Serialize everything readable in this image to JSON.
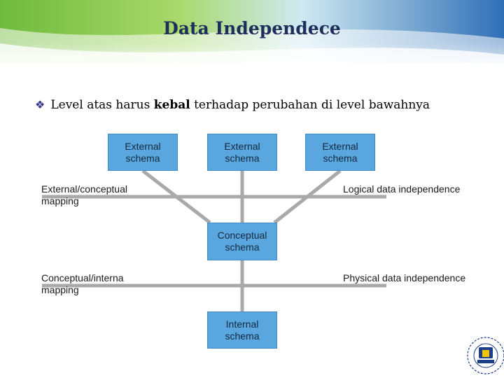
{
  "slide": {
    "title": "Data Independece",
    "bullet": {
      "before": "Level atas harus ",
      "bold": "kebal",
      "after": " terhadap perubahan di level bawahnya"
    }
  },
  "diagram": {
    "external_1": [
      "External",
      "schema"
    ],
    "external_2": [
      "External",
      "schema"
    ],
    "external_3": [
      "External",
      "schema"
    ],
    "conceptual": [
      "Conceptual",
      "schema"
    ],
    "internal": [
      "Internal",
      "schema"
    ],
    "ext_conc_mapping": [
      "External/conceptual",
      "mapping"
    ],
    "conc_int_mapping": [
      "Conceptual/interna",
      "mapping"
    ],
    "logical_independence": "Logical data independence",
    "physical_independence": "Physical data independence"
  },
  "colors": {
    "title": "#1f2f5c",
    "box_fill": "#5aa7df",
    "connector": "#a9a9a9",
    "header_green": "#8cc63f",
    "header_blue": "#2e6db4"
  }
}
